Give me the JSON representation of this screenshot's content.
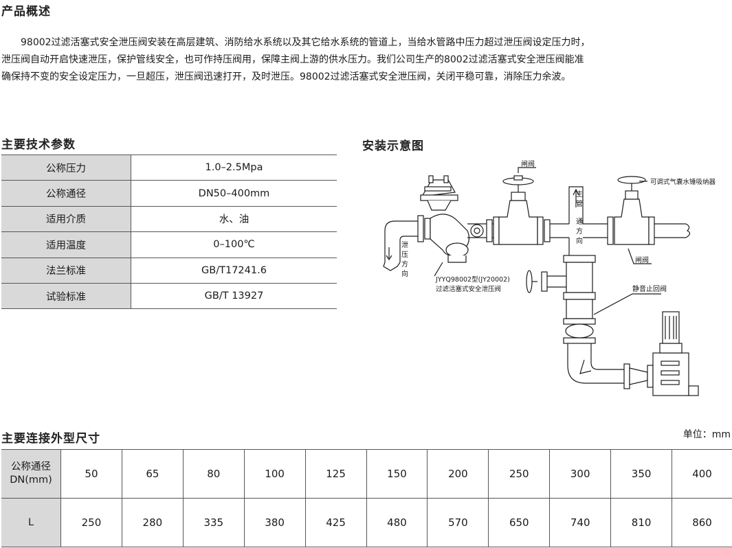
{
  "overview": {
    "title": "产品概述",
    "line1": "98002过滤活塞式安全泄压阀安装在高层建筑、消防给水系统以及其它给水系统的管道上，当给水管路中压力超过泄压阀设定压力时，",
    "line2": "泄压阀自动开启快速泄压，保护管线安全，也可作持压阀用，保障主阀上游的供水压力。我们公司生产的8002过滤活塞式安全泄压阀能准",
    "line3": "确保持不变的安全设定压力，一旦超压，泄压阀迅速打开，及时泄压。98002过滤活塞式安全泄压阀，关闭平稳可靠，消除压力余波。"
  },
  "params": {
    "title": "主要技术参数",
    "rows": [
      {
        "key": "公称压力",
        "value": "1.0–2.5Mpa"
      },
      {
        "key": "公称通径",
        "value": "DN50–400mm"
      },
      {
        "key": "适用介质",
        "value": "水、油"
      },
      {
        "key": "适用温度",
        "value": "0–100℃"
      },
      {
        "key": "法兰标准",
        "value": "GB/T17241.6"
      },
      {
        "key": "试验标准",
        "value": "GB/T 13927"
      }
    ]
  },
  "diagram": {
    "title": "安装示意图",
    "labels": {
      "gate_valve_top": "闸阀",
      "adjustable_arrester": "可调式气囊水锤吸纳器",
      "main_pipe_dir_1": "主",
      "main_pipe_dir_2": "管",
      "main_pipe_dir_3": "通",
      "main_pipe_dir_4": "方",
      "main_pipe_dir_5": "向",
      "relief_dir_1": "泄",
      "relief_dir_2": "压",
      "relief_dir_3": "方",
      "relief_dir_4": "向",
      "gate_valve_right": "闸阀",
      "model_1": "JYYQ98002型(JY20002)",
      "model_2": "过滤活塞式安全泄压阀",
      "silent_check_valve": "静音止回阀"
    },
    "colors": {
      "line": "#1a1a1a",
      "fill": "#ffffff"
    }
  },
  "dims": {
    "title": "主要连接外型尺寸",
    "unit": "单位：mm",
    "header_1": "公称通径",
    "header_2": "DN(mm)",
    "dn": [
      "50",
      "65",
      "80",
      "100",
      "125",
      "150",
      "200",
      "250",
      "300",
      "350",
      "400"
    ],
    "l_label": "L",
    "l": [
      "250",
      "280",
      "335",
      "380",
      "425",
      "480",
      "570",
      "650",
      "740",
      "810",
      "860"
    ]
  },
  "colors": {
    "header_bg": "#d9d9d9",
    "border": "#555555",
    "text": "#1a1a1a"
  }
}
